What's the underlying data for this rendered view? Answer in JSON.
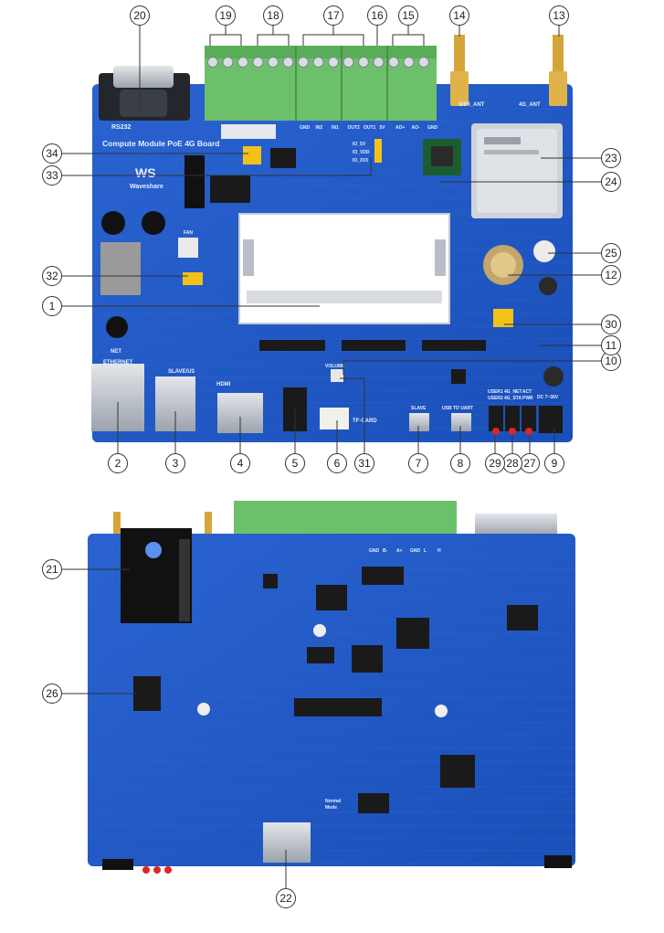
{
  "board": {
    "title": "Compute Module PoE 4G Board",
    "brand": "Waveshare",
    "logo_text": "WS",
    "silkscreen": {
      "rs232": "RS232",
      "wifi_ant": "WIFI_ANT",
      "ant_4g": "4G_ANT",
      "terminal_labels": [
        "GND",
        "IN2",
        "IN1",
        "OUT2",
        "OUT1",
        "5V",
        "AO+",
        "AO-",
        "GND"
      ],
      "io_5v": "IO_5V",
      "io_vdd": "IO_VDD",
      "io_3v3": "IO_3V3",
      "fan": "FAN",
      "ethernet": "ETHERNET",
      "net": "NET",
      "slave_usb": "SLAVE/U3",
      "hdmi": "HDMI",
      "volume": "VOLUME",
      "tf_card": "TF-CARD",
      "slave": "SLAVE",
      "usb_to_uart": "USB TO UART",
      "user1": "USER1",
      "user2": "USER2",
      "status_4g_net": "4G_NET",
      "status_4g_sta": "4G_STA",
      "act": "ACT",
      "pwr": "PWR",
      "dc_in": "DC 7~36V",
      "back_labels": [
        "GND",
        "B-",
        "A+",
        "GND",
        "L",
        "H"
      ],
      "boot_modes": [
        "Normal",
        "Mode"
      ]
    }
  },
  "callouts": {
    "n1": "1",
    "n2": "2",
    "n3": "3",
    "n4": "4",
    "n5": "5",
    "n6": "6",
    "n7": "7",
    "n8": "8",
    "n9": "9",
    "n10": "10",
    "n11": "11",
    "n12": "12",
    "n13": "13",
    "n14": "14",
    "n15": "15",
    "n16": "16",
    "n17": "17",
    "n18": "18",
    "n19": "19",
    "n20": "20",
    "n21": "21",
    "n22": "22",
    "n23": "23",
    "n24": "24",
    "n25": "25",
    "n26": "26",
    "n27": "27",
    "n28": "28",
    "n29": "29",
    "n30": "30",
    "n31": "31",
    "n32": "32",
    "n33": "33",
    "n34": "34"
  },
  "colors": {
    "pcb": "#1f56c4",
    "pcb_dark": "#123f99",
    "terminal": "#6cc06a",
    "chip": "#1a1a1a",
    "module": "#c9ccd1",
    "header_yellow": "#f2c21b",
    "connector_metal": "#b9bec6"
  }
}
